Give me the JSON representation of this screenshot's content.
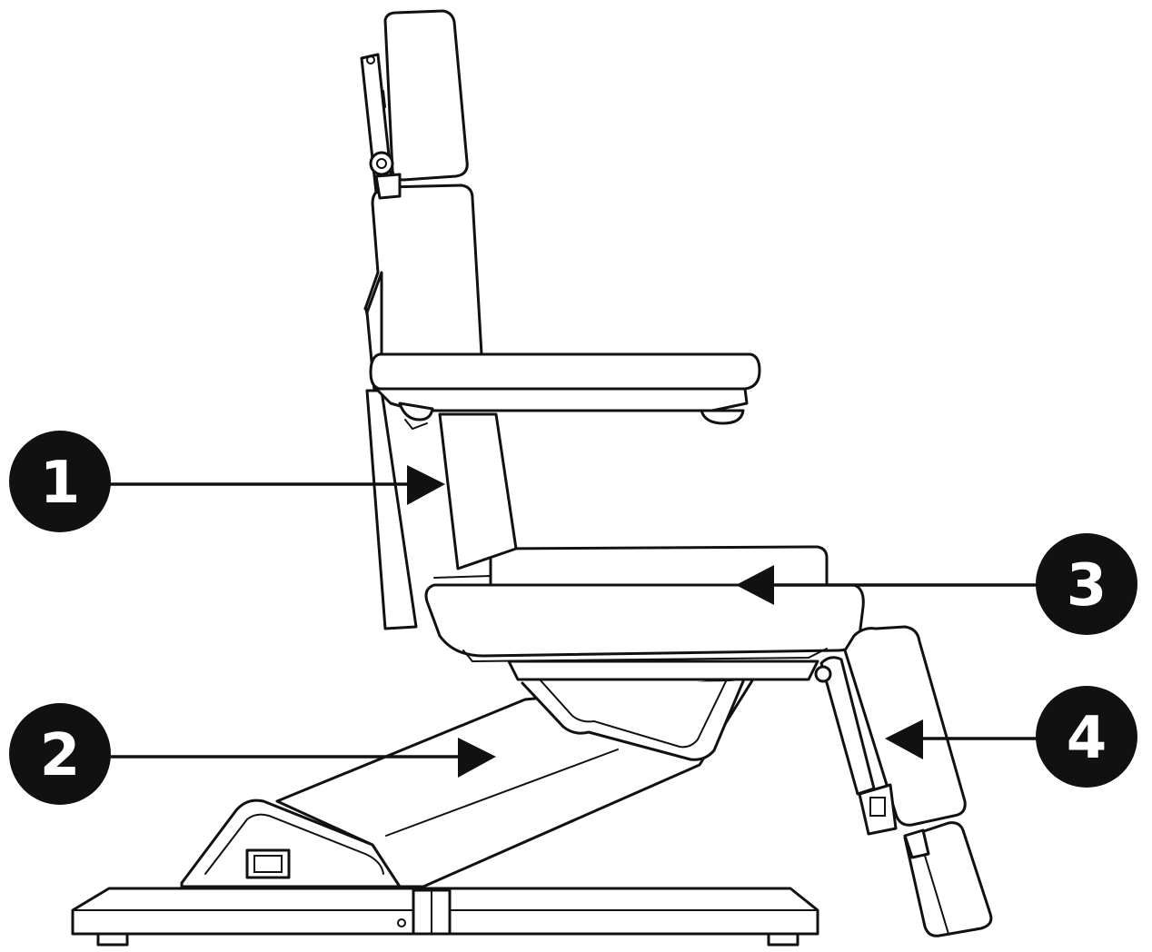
{
  "callouts": [
    {
      "number": "1"
    },
    {
      "number": "2"
    },
    {
      "number": "3"
    },
    {
      "number": "4"
    }
  ],
  "colors": {
    "line": "#111111",
    "badge": "#111111",
    "background": "#ffffff"
  }
}
